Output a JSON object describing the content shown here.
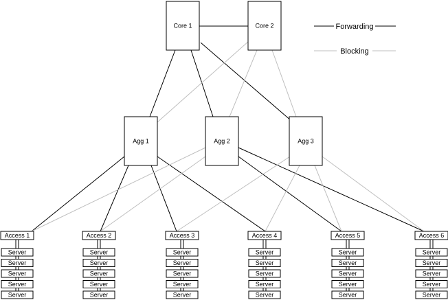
{
  "legend": {
    "forwarding_label": "Forwarding",
    "blocking_label": "Blocking",
    "forwarding_color": "#000000",
    "blocking_color": "#bfbfbf"
  },
  "nodes": {
    "core": [
      "Core 1",
      "Core 2"
    ],
    "agg": [
      "Agg 1",
      "Agg 2",
      "Agg 3"
    ],
    "access": [
      "Access 1",
      "Access 2",
      "Access 3",
      "Access 4",
      "Access 5",
      "Access 6"
    ],
    "server_label": "Server",
    "servers_per_access": 5
  },
  "links": [
    {
      "from": "Core 1",
      "to": "Core 2",
      "state": "forwarding"
    },
    {
      "from": "Core 1",
      "to": "Agg 1",
      "state": "forwarding"
    },
    {
      "from": "Core 1",
      "to": "Agg 2",
      "state": "forwarding"
    },
    {
      "from": "Core 1",
      "to": "Agg 3",
      "state": "forwarding"
    },
    {
      "from": "Core 2",
      "to": "Agg 1",
      "state": "blocking"
    },
    {
      "from": "Core 2",
      "to": "Agg 2",
      "state": "blocking"
    },
    {
      "from": "Core 2",
      "to": "Agg 3",
      "state": "blocking"
    },
    {
      "from": "Agg 1",
      "to": "Access 1",
      "state": "forwarding"
    },
    {
      "from": "Agg 1",
      "to": "Access 2",
      "state": "forwarding"
    },
    {
      "from": "Agg 1",
      "to": "Access 3",
      "state": "forwarding"
    },
    {
      "from": "Agg 1",
      "to": "Access 4",
      "state": "forwarding"
    },
    {
      "from": "Agg 2",
      "to": "Access 1",
      "state": "blocking"
    },
    {
      "from": "Agg 2",
      "to": "Access 2",
      "state": "blocking"
    },
    {
      "from": "Agg 2",
      "to": "Access 5",
      "state": "forwarding"
    },
    {
      "from": "Agg 2",
      "to": "Access 6",
      "state": "forwarding"
    },
    {
      "from": "Agg 3",
      "to": "Access 3",
      "state": "blocking"
    },
    {
      "from": "Agg 3",
      "to": "Access 4",
      "state": "blocking"
    },
    {
      "from": "Agg 3",
      "to": "Access 5",
      "state": "blocking"
    },
    {
      "from": "Agg 3",
      "to": "Access 6",
      "state": "blocking"
    }
  ]
}
